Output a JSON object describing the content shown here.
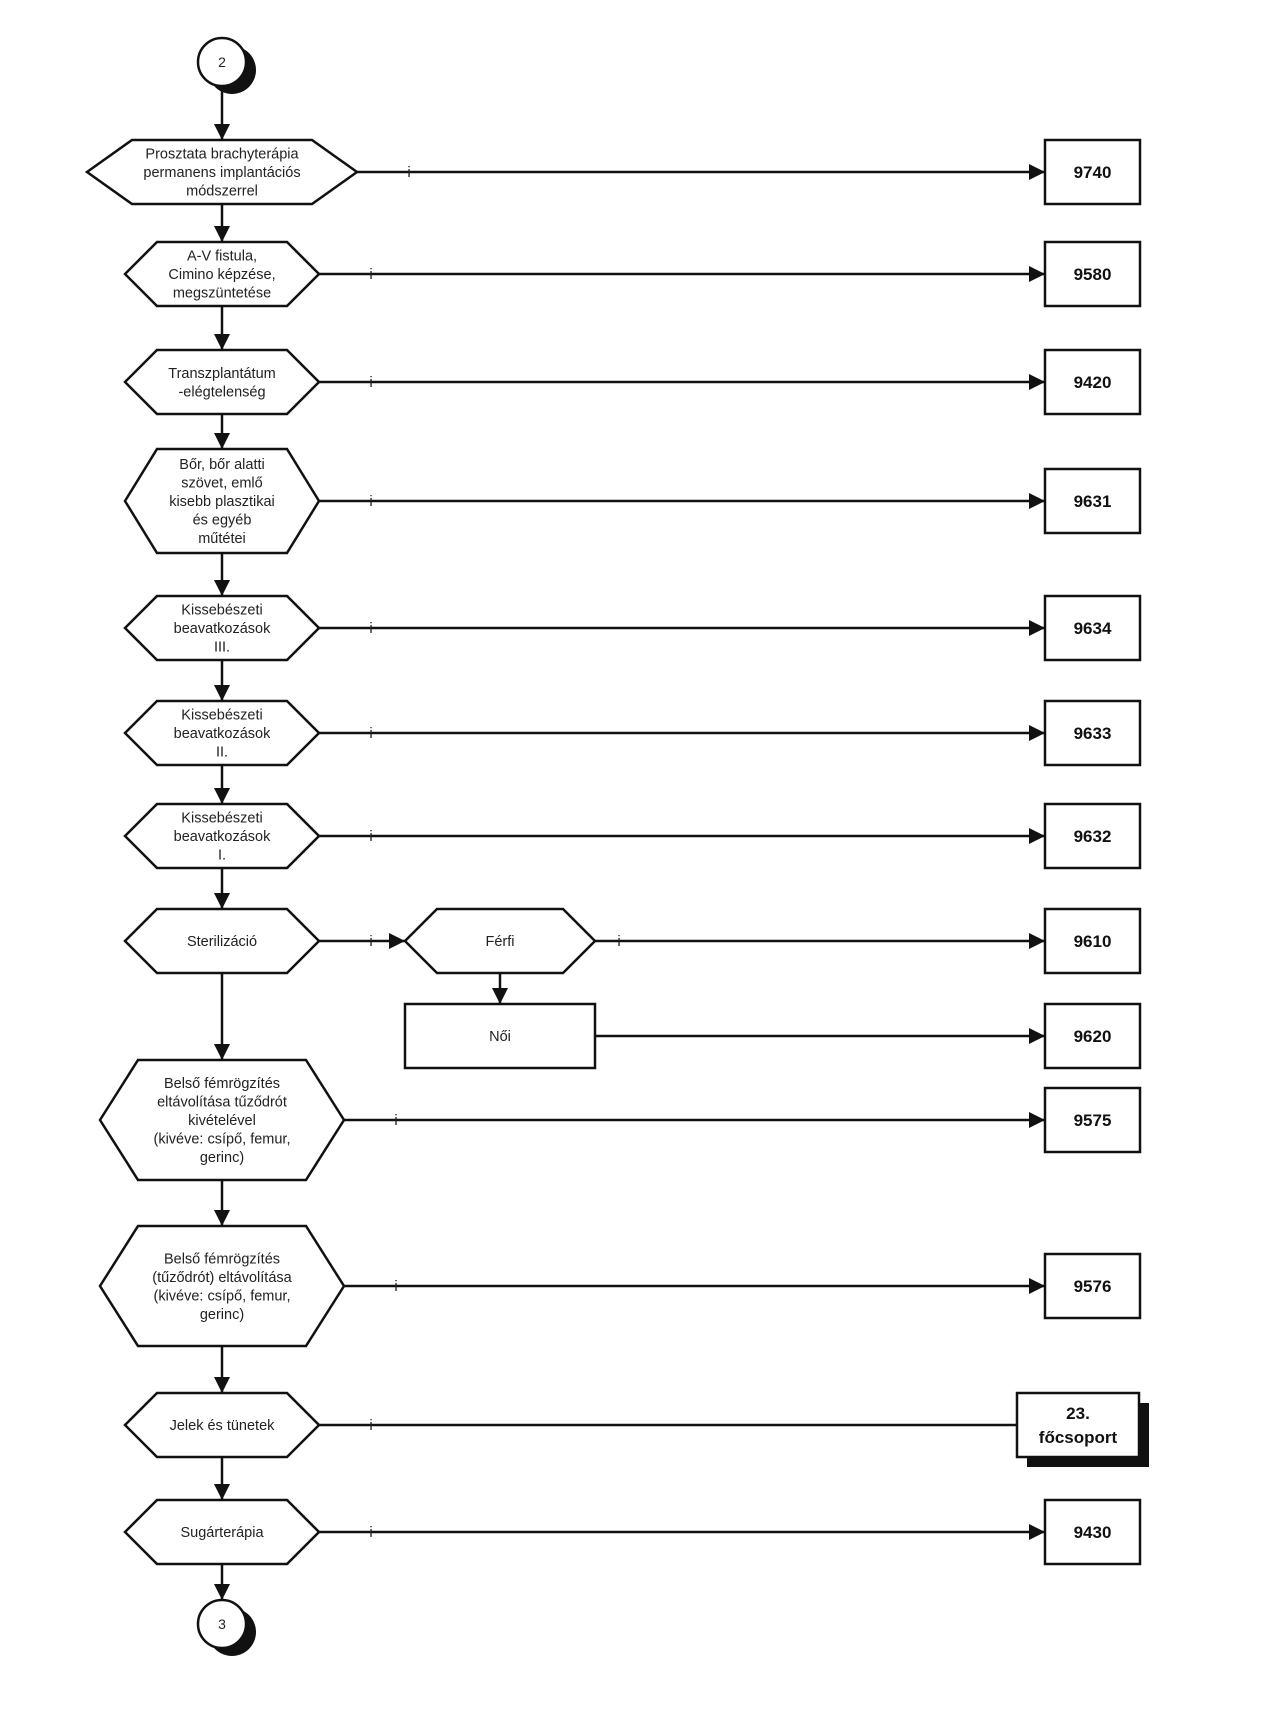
{
  "connectors": {
    "top": "2",
    "bottom": "3"
  },
  "edge_label": "i",
  "decisions": [
    {
      "id": "prosztata",
      "lines": [
        "Prosztata brachyterápia",
        "permanens implantációs",
        "módszerrel"
      ],
      "code": "9740"
    },
    {
      "id": "av-fistula",
      "lines": [
        "A-V fistula,",
        "Cimino képzése,",
        "megszüntetése"
      ],
      "code": "9580"
    },
    {
      "id": "transzplantatum",
      "lines": [
        "Transzplantátum",
        "-elégtelenség"
      ],
      "code": "9420"
    },
    {
      "id": "bor",
      "lines": [
        "Bőr, bőr alatti",
        "szövet, emlő",
        "kisebb plasztikai",
        "és egyéb",
        "műtétei"
      ],
      "code": "9631"
    },
    {
      "id": "kissebeszeti-3",
      "lines": [
        "Kissebészeti",
        "beavatkozások",
        "III."
      ],
      "code": "9634"
    },
    {
      "id": "kissebeszeti-2",
      "lines": [
        "Kissebészeti",
        "beavatkozások",
        "II."
      ],
      "code": "9633"
    },
    {
      "id": "kissebeszeti-1",
      "lines": [
        "Kissebészeti",
        "beavatkozások",
        "I."
      ],
      "code": "9632"
    },
    {
      "id": "sterilizacio",
      "lines": [
        "Sterilizáció"
      ],
      "branch": {
        "decision": {
          "id": "ferfi",
          "lines": [
            "Férfi"
          ],
          "code": "9610"
        },
        "process": {
          "id": "noi",
          "lines": [
            "Női"
          ],
          "code": "9620"
        }
      }
    },
    {
      "id": "belso-1",
      "lines": [
        "Belső fémrögzítés",
        "eltávolítása tűződrót",
        "kivételével",
        "(kivéve: csípő, femur,",
        "gerinc)"
      ],
      "code": "9575"
    },
    {
      "id": "belso-2",
      "lines": [
        "Belső fémrögzítés",
        "(tűződrót) eltávolítása",
        "(kivéve: csípő, femur,",
        "gerinc)"
      ],
      "code": "9576"
    },
    {
      "id": "jelek",
      "lines": [
        "Jelek és tünetek"
      ],
      "code_lines": [
        "23.",
        "főcsoport"
      ],
      "code_style": "shadowed"
    },
    {
      "id": "sugarterapia",
      "lines": [
        "Sugárterápia"
      ],
      "code": "9430"
    }
  ]
}
